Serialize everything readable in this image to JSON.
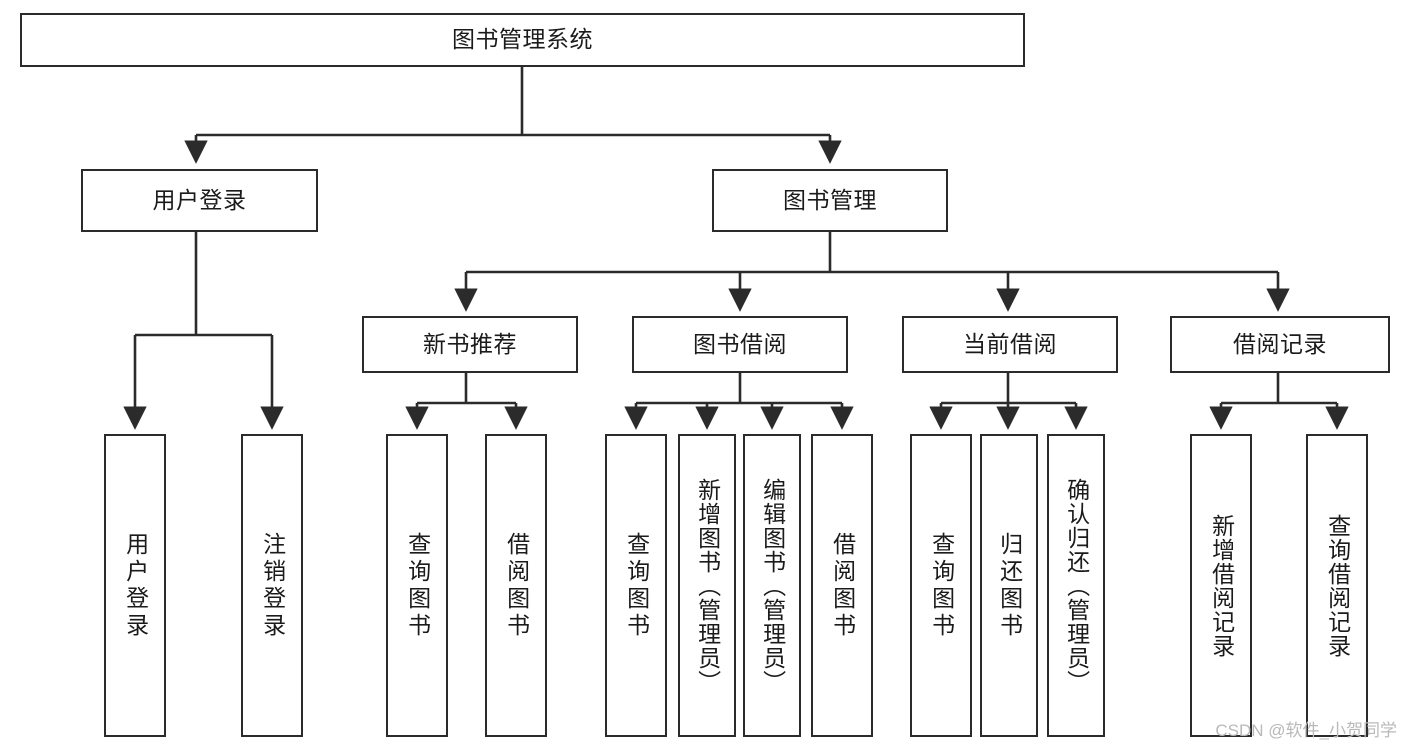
{
  "diagram": {
    "type": "tree-hierarchy",
    "title": "图书管理系统",
    "watermark": "CSDN @软件_小贺同学",
    "colors": {
      "stroke": "#2b2b2b",
      "fill": "#ffffff",
      "text": "#1b1b1b",
      "watermark": "#b9b9b9"
    },
    "levels": {
      "root": "图书管理系统",
      "level2": [
        "用户登录",
        "图书管理"
      ],
      "level3": [
        "新书推荐",
        "图书借阅",
        "当前借阅",
        "借阅记录"
      ]
    },
    "nodes": {
      "root": {
        "label": "图书管理系统"
      },
      "user_login": {
        "label": "用户登录"
      },
      "book_manage": {
        "label": "图书管理"
      },
      "new_book_rec": {
        "label": "新书推荐"
      },
      "book_borrow": {
        "label": "图书借阅"
      },
      "current_borrow": {
        "label": "当前借阅"
      },
      "borrow_record": {
        "label": "借阅记录"
      }
    },
    "leaves": {
      "user_login": [
        {
          "label": "用户登录"
        },
        {
          "label": "注销登录"
        }
      ],
      "new_book_rec": [
        {
          "label": "查询图书"
        },
        {
          "label": "借阅图书"
        }
      ],
      "book_borrow": [
        {
          "label": "查询图书"
        },
        {
          "label": "新增图书（管理员）"
        },
        {
          "label": "编辑图书（管理员）"
        },
        {
          "label": "借阅图书"
        }
      ],
      "current_borrow": [
        {
          "label": "查询图书"
        },
        {
          "label": "归还图书"
        },
        {
          "label": "确认归还（管理员）"
        }
      ],
      "borrow_record": [
        {
          "label": "新增借阅记录"
        },
        {
          "label": "查询借阅记录"
        }
      ]
    }
  }
}
